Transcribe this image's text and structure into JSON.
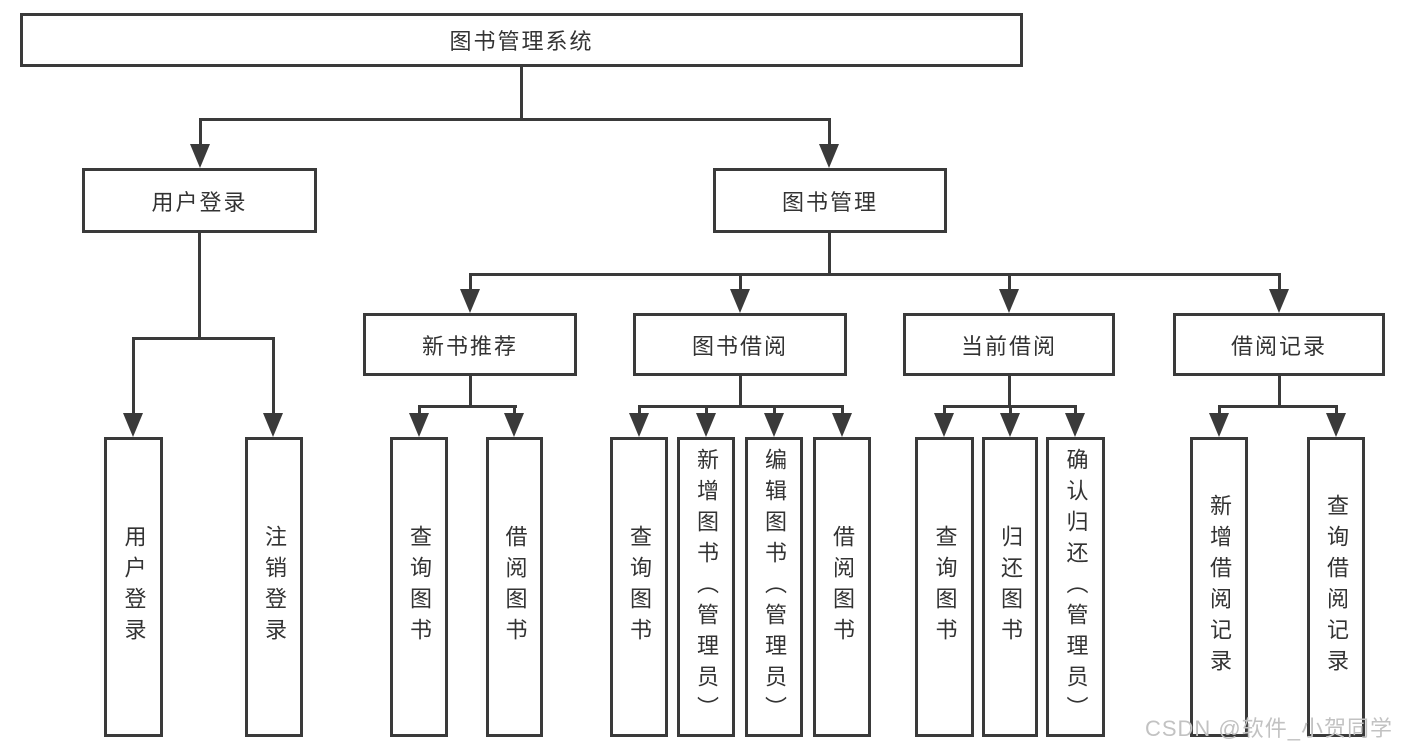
{
  "nodes": {
    "root": {
      "label": "图书管理系统"
    },
    "level2": {
      "user_login": {
        "label": "用户登录"
      },
      "book_management": {
        "label": "图书管理"
      }
    },
    "level3": {
      "new_book_recommend": {
        "label": "新书推荐"
      },
      "book_borrow": {
        "label": "图书借阅"
      },
      "current_borrow": {
        "label": "当前借阅"
      },
      "borrow_record": {
        "label": "借阅记录"
      }
    },
    "leaves": {
      "user_login_children": [
        {
          "label": "用户登录"
        },
        {
          "label": "注销登录"
        }
      ],
      "new_book_recommend_children": [
        {
          "label": "查询图书"
        },
        {
          "label": "借阅图书"
        }
      ],
      "book_borrow_children": [
        {
          "label": "查询图书"
        },
        {
          "label": "新增图书（管理员）"
        },
        {
          "label": "编辑图书（管理员）"
        },
        {
          "label": "借阅图书"
        }
      ],
      "current_borrow_children": [
        {
          "label": "查询图书"
        },
        {
          "label": "归还图书"
        },
        {
          "label": "确认归还（管理员）"
        }
      ],
      "borrow_record_children": [
        {
          "label": "新增借阅记录"
        },
        {
          "label": "查询借阅记录"
        }
      ]
    }
  },
  "watermark": {
    "text": "CSDN @软件_小贺同学",
    "color": "#c2c2c2"
  },
  "colors": {
    "line": "#3a3a3a",
    "box_border": "#3a3a3a",
    "text": "#333333",
    "background": "#ffffff"
  }
}
